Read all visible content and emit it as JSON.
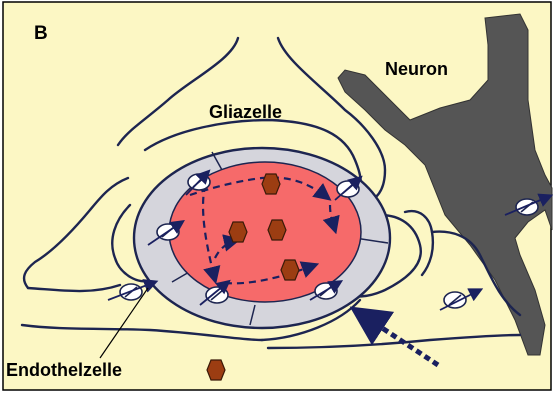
{
  "figure": {
    "panel_letter": "B",
    "labels": {
      "glia": "Gliazelle",
      "neuron": "Neuron",
      "endothelial": "Endothelzelle"
    }
  },
  "colors": {
    "background": "#fcf7c4",
    "lumen": "#f66a6a",
    "endothelium": "#d5d5dc",
    "neuron": "#555555",
    "outline": "#1d2550",
    "molecule": "#9c3d12",
    "transporter_fill": "#ffffff",
    "arrow": "#1a2060"
  },
  "icons": {
    "molecule": "hexagon-icon",
    "transporter": "transporter-ellipse-icon",
    "flow_arrow": "dashed-arrow-icon"
  }
}
